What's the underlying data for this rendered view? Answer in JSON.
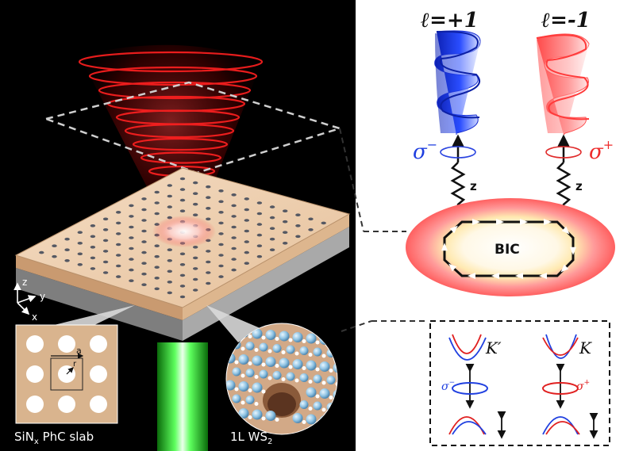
{
  "panel_left": {
    "axes": {
      "z": "z",
      "y": "y",
      "x": "x"
    },
    "inset_lattice": {
      "a_label": "a",
      "r_label": "r"
    },
    "caption_slab": "SiN",
    "caption_slab_sub": "x",
    "caption_slab_rest": " PhC slab",
    "caption_ws2": "1L WS",
    "caption_ws2_sub": "2",
    "colors": {
      "beam": "#ff1a1a",
      "pump": "#33ff33",
      "slab": "#e9c9a8",
      "substrate": "#9a9a9a",
      "atoms": "#9ecbe6"
    }
  },
  "panel_right_top": {
    "left_helix": {
      "oam_label": "ℓ=+1",
      "polarization": "σ",
      "polarization_sup": "−",
      "color": "#1f3fe0"
    },
    "right_helix": {
      "oam_label": "ℓ=-1",
      "polarization": "σ",
      "polarization_sup": "+",
      "color": "#ff3333"
    },
    "dipole_label_left": "z",
    "dipole_label_right": "z",
    "bic_label": "BIC"
  },
  "panel_right_bottom": {
    "valley_left": "K′",
    "valley_right": "K",
    "sigma_left": "σ",
    "sigma_left_sup": "−",
    "sigma_right": "σ",
    "sigma_right_sup": "+",
    "colors": {
      "band_red": "#e02020",
      "band_blue": "#2040e0"
    }
  }
}
